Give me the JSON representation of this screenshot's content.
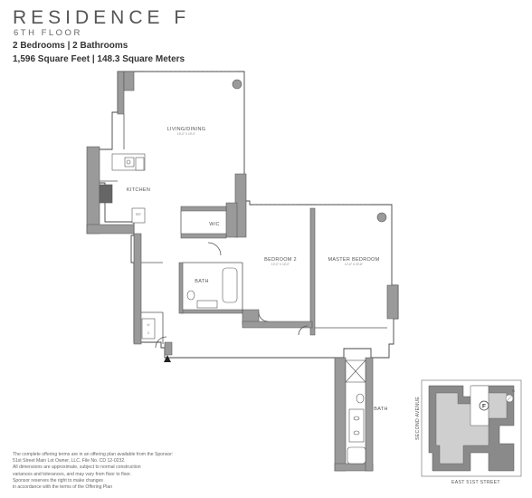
{
  "header": {
    "title": "RESIDENCE F",
    "floor": "6TH FLOOR",
    "rooms": "2 Bedrooms | 2 Bathrooms",
    "area": "1,596 Square Feet | 148.3 Square Meters"
  },
  "rooms": {
    "living_dining": {
      "label": "LIVING/DINING",
      "dims": "19'-0\" X 19'-0\""
    },
    "kitchen": {
      "label": "KITCHEN"
    },
    "wic": {
      "label": "W/C"
    },
    "bath_1": {
      "label": "BATH"
    },
    "bedroom_2": {
      "label": "BEDROOM 2",
      "dims": "10'-0\" X 15'-0\""
    },
    "master_bedroom": {
      "label": "MASTER BEDROOM",
      "dims": "12'-6\" X 20'-8\""
    },
    "bath_2": {
      "label": "BATH"
    },
    "appliance_wd": "W\nD",
    "appliance_ref": "REF"
  },
  "keyplan": {
    "street_avenue": "SECOND AVENUE",
    "street_cross": "EAST 51ST STREET",
    "unit_marker": "F",
    "north": "N"
  },
  "disclaimer": [
    "The complete offering terms are in an offering plan available from the Sponsor:",
    "51st Street Main Lot Owner, LLC. File No. CD 12-0232.",
    "All dimensions are approximate, subject to normal construction",
    "variances and tolerances, and may vary from floor to floor.",
    "Sponsor reserves the right to make changes",
    "in accordance with the terms of the Offering Plan"
  ]
}
